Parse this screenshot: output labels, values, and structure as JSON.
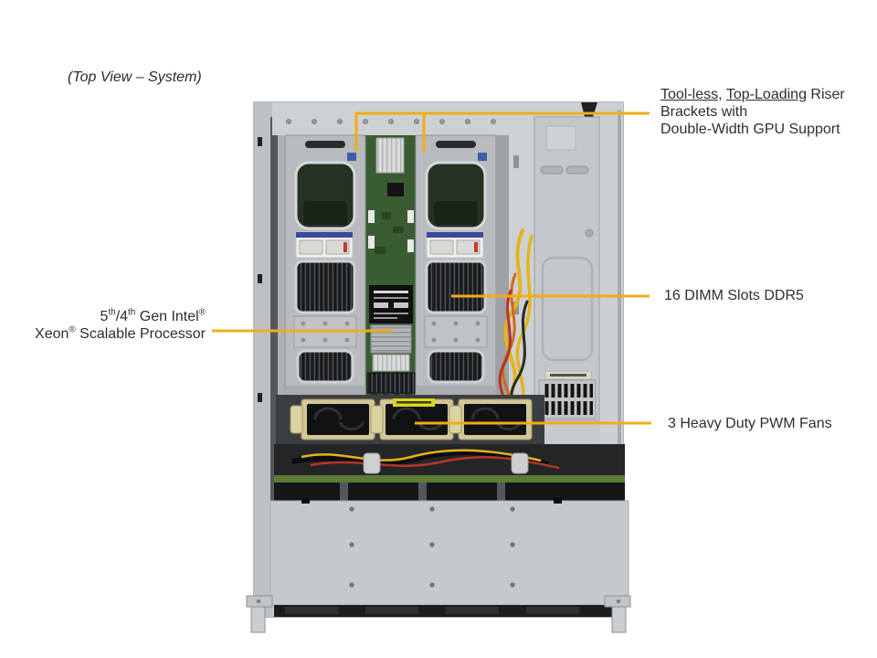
{
  "colors": {
    "callout_line": "#F2AC19"
  },
  "title": "(Top View – System)",
  "callouts": {
    "riser": {
      "underline1": "Tool-less,",
      "underline2": "Top-Loading",
      "rest": " Riser",
      "line2": "Brackets with",
      "line3": "Double-Width GPU Support"
    },
    "dimm": {
      "label": "16 DIMM Slots DDR5"
    },
    "cpu": {
      "l1_num1": "5",
      "l1_sup1": "th",
      "l1_num2": "/4",
      "l1_sup2": "th",
      "l1_text": " Gen Intel",
      "l1_sup3": "®",
      "l2_text1": "Xeon",
      "l2_sup1": "®",
      "l2_text2": " Scalable Processor"
    },
    "fans": {
      "label": "3 Heavy Duty PWM Fans"
    }
  }
}
